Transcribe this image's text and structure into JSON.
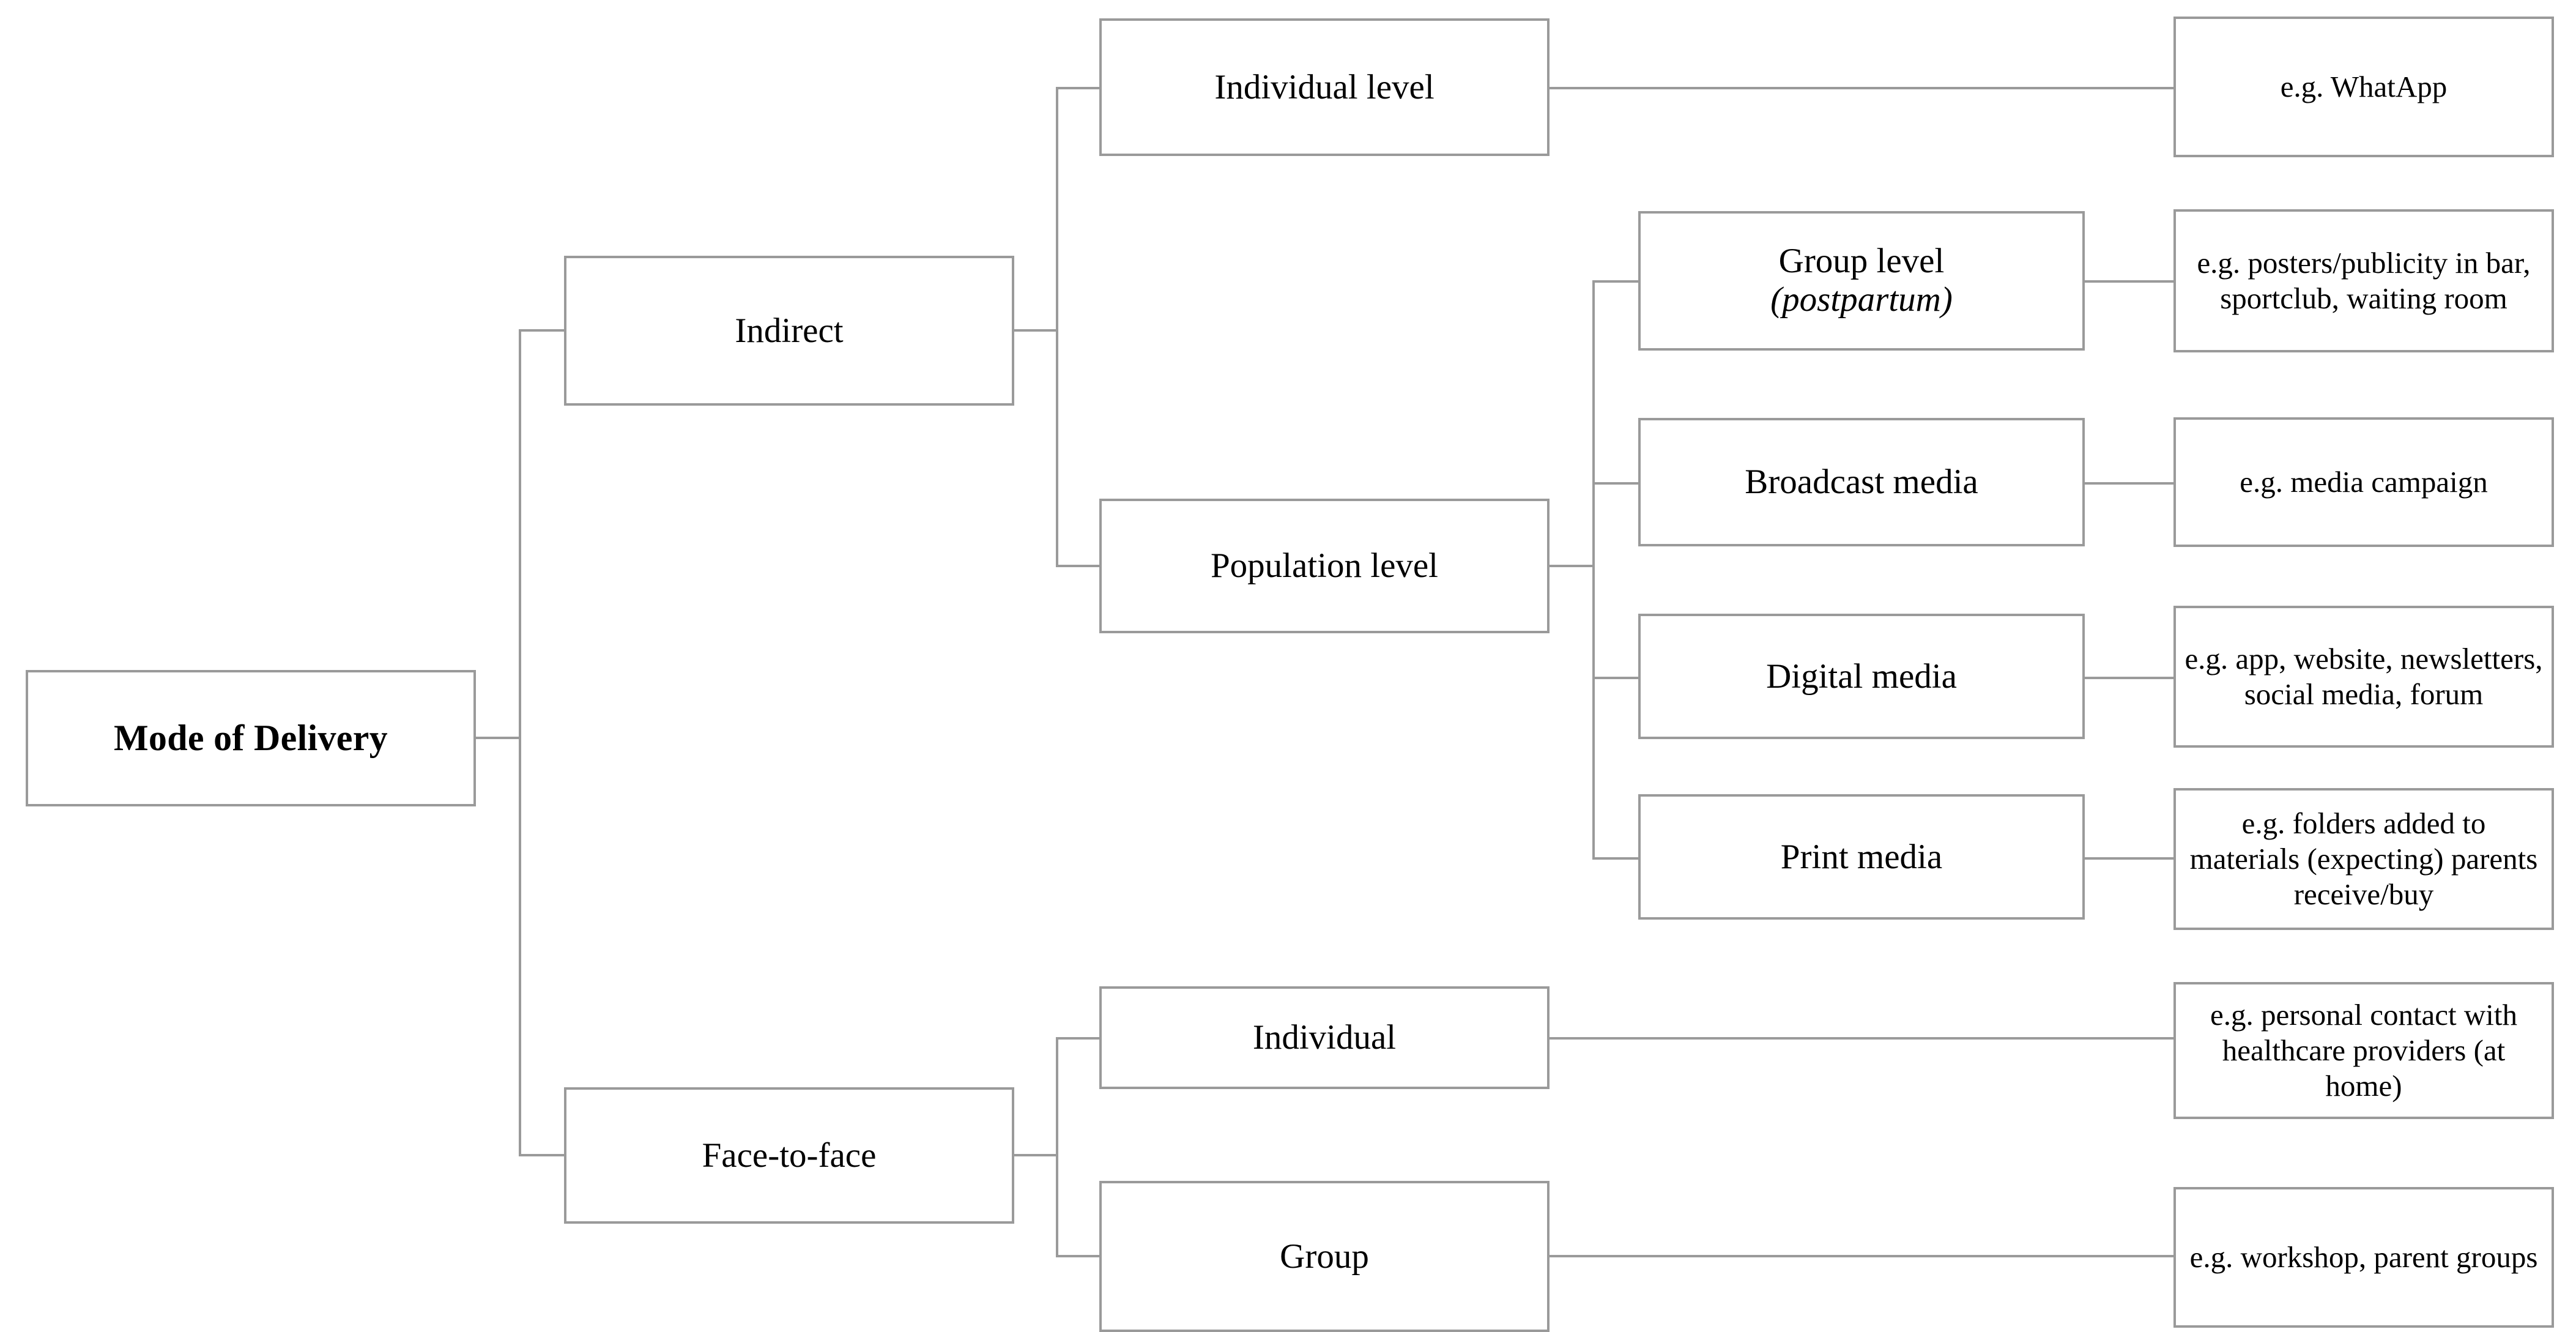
{
  "diagram": {
    "title": "Mode of Delivery",
    "type": "hierarchy-tree",
    "orientation": "left-to-right",
    "line_color": "#9a9a9a",
    "box_border_color": "#9a9a9a",
    "box_fill_color": "#ffffff",
    "text_color": "#000000"
  },
  "root": {
    "label": "Mode of Delivery"
  },
  "branches": {
    "indirect": {
      "label": "Indirect",
      "individual_level": {
        "label": "Individual level",
        "example": "e.g. WhatApp"
      },
      "population_level": {
        "label": "Population level",
        "children": [
          {
            "label_line1": "Group level",
            "label_line2": "(postpartum)",
            "example": "e.g. posters/publicity in bar, sportclub, waiting room"
          },
          {
            "label_line1": "Broadcast media",
            "label_line2": "",
            "example": "e.g. media campaign"
          },
          {
            "label_line1": "Digital media",
            "label_line2": "",
            "example": "e.g. app, website, newsletters, social media, forum"
          },
          {
            "label_line1": "Print media",
            "label_line2": "",
            "example": "e.g. folders added to materials (expecting) parents receive/buy"
          }
        ]
      }
    },
    "face_to_face": {
      "label": "Face-to-face",
      "individual": {
        "label": "Individual",
        "example": "e.g. personal contact with healthcare providers (at home)"
      },
      "group": {
        "label": "Group",
        "example": "e.g. workshop, parent groups"
      }
    }
  }
}
